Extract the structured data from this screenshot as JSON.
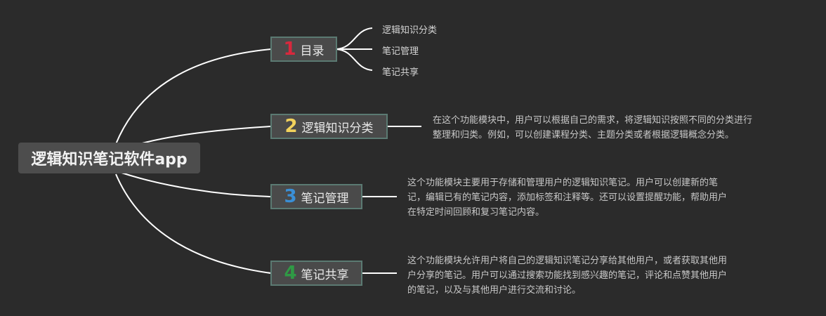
{
  "root": {
    "label": "逻辑知识笔记软件app"
  },
  "branches": [
    {
      "number": "1",
      "label": "目录",
      "color": "#d8283d"
    },
    {
      "number": "2",
      "label": "逻辑知识分类",
      "color": "#f2d25c"
    },
    {
      "number": "3",
      "label": "笔记管理",
      "color": "#3a8fd6"
    },
    {
      "number": "4",
      "label": "笔记共享",
      "color": "#2f9a45"
    }
  ],
  "toc_items": [
    "逻辑知识分类",
    "笔记管理",
    "笔记共享"
  ],
  "descriptions": {
    "classification": [
      "在这个功能模块中，用户可以根据自己的需求，将逻辑知识按照不同的分类进行",
      "整理和归类。例如，可以创建课程分类、主题分类或者根据逻辑概念分类。"
    ],
    "management": [
      "这个功能模块主要用于存储和管理用户的逻辑知识笔记。用户可以创建新的笔",
      "记，编辑已有的笔记内容，添加标签和注释等。还可以设置提醒功能，帮助用户",
      "在特定时间回顾和复习笔记内容。"
    ],
    "sharing": [
      "这个功能模块允许用户将自己的逻辑知识笔记分享给其他用户，或者获取其他用",
      "户分享的笔记。用户可以通过搜索功能找到感兴趣的笔记，评论和点赞其他用户",
      "的笔记，以及与其他用户进行交流和讨论。"
    ]
  },
  "colors": {
    "background": "#2b2b2b",
    "connector": "#ffffff",
    "branch_border": "#5b7a72"
  }
}
